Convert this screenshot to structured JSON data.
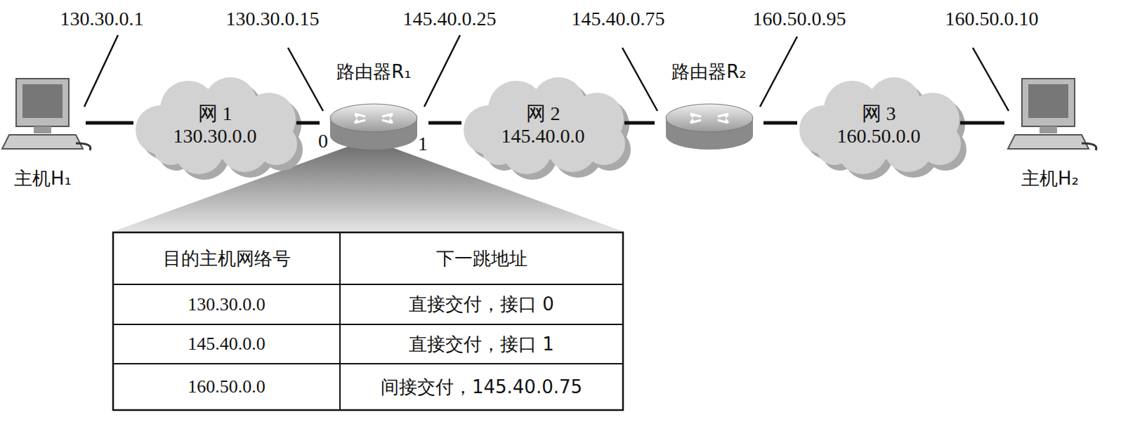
{
  "diagram": {
    "nodes": [
      {
        "text": [
          "主机H₁"
        ]
      },
      {
        "text": [
          "网 1",
          "130.30.0.0"
        ]
      },
      {
        "text": [
          "路由器R₁"
        ]
      },
      {
        "text": [
          "网 2",
          "145.40.0.0"
        ]
      },
      {
        "text": [
          "路由器R₂"
        ]
      },
      {
        "text": [
          "网 3",
          "160.50.0.0"
        ]
      },
      {
        "text": [
          "主机H₂"
        ]
      }
    ],
    "edges": [
      {
        "from": 0,
        "to": 1,
        "arrow": "none"
      },
      {
        "from": 1,
        "to": 2,
        "arrow": "none"
      },
      {
        "from": 2,
        "to": 3,
        "arrow": "none"
      },
      {
        "from": 3,
        "to": 4,
        "arrow": "none"
      },
      {
        "from": 4,
        "to": 5,
        "arrow": "none"
      },
      {
        "from": 5,
        "to": 6,
        "arrow": "none"
      }
    ],
    "labels": [
      "130.30.0.1",
      "130.30.0.15",
      "145.40.0.25",
      "145.40.0.75",
      "160.50.0.95",
      "160.50.0.10",
      "0",
      "1",
      "目的主机网络号",
      "下一跳地址",
      "130.30.0.0",
      "直接交付，接口 0",
      "145.40.0.0",
      "直接交付，接口 1",
      "160.50.0.0",
      "间接交付，145.40.0.75"
    ]
  }
}
